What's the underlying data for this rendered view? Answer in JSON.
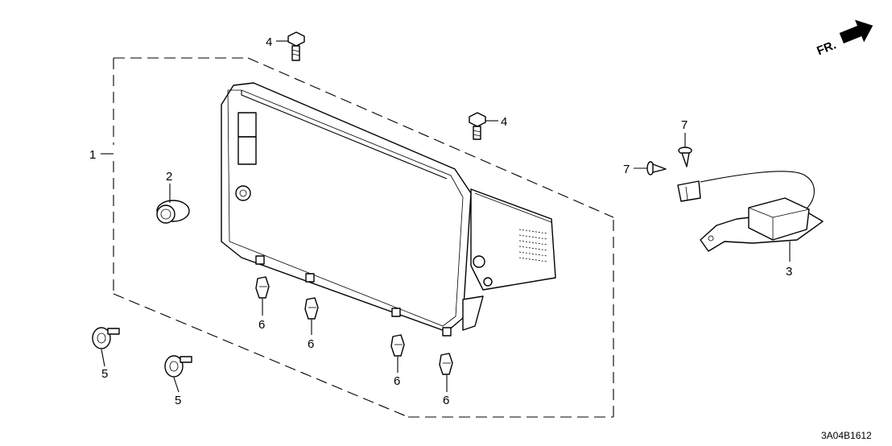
{
  "diagram": {
    "image_code": "3A04B1612",
    "direction_label": "FR.",
    "callouts": [
      {
        "id": "c1",
        "label": "1"
      },
      {
        "id": "c2",
        "label": "2"
      },
      {
        "id": "c3",
        "label": "3"
      },
      {
        "id": "c4a",
        "label": "4"
      },
      {
        "id": "c4b",
        "label": "4"
      },
      {
        "id": "c5a",
        "label": "5"
      },
      {
        "id": "c5b",
        "label": "5"
      },
      {
        "id": "c6a",
        "label": "6"
      },
      {
        "id": "c6b",
        "label": "6"
      },
      {
        "id": "c6c",
        "label": "6"
      },
      {
        "id": "c6d",
        "label": "6"
      },
      {
        "id": "c7a",
        "label": "7"
      },
      {
        "id": "c7b",
        "label": "7"
      }
    ]
  }
}
